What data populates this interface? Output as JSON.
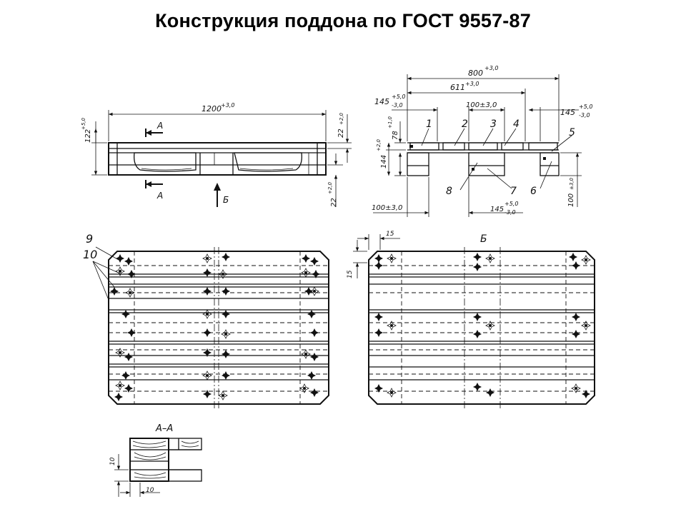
{
  "title": "Конструкция поддона по ГОСТ 9557-87",
  "side_view": {
    "length": "1200",
    "length_tol": "+3,0",
    "height": "122",
    "height_tol": "+5,0",
    "deck": "22",
    "deck_tol": "+2,0",
    "bottom": "22",
    "bottom_tol": "+2,0",
    "section_label": "А",
    "view_label": "Б"
  },
  "end_view": {
    "width": "800",
    "width_tol": "+3,0",
    "inner": "611",
    "inner_tol": "+3,0",
    "edge_left": "145",
    "edge_left_tol_up": "+5,0",
    "edge_left_tol_down": "-3,0",
    "board_gap": "100±3,0",
    "edge_right": "145",
    "edge_right_tol_up": "+5,0",
    "edge_right_tol_down": "-3,0",
    "block_height": "78",
    "block_height_tol": "+1,0",
    "total_height": "144",
    "total_height_tol": "+2,0",
    "bottom_left": "100±3,0",
    "bottom_mid": "145",
    "bottom_mid_tol_up": "+5,0",
    "bottom_mid_tol_down": "-3,0",
    "right_height": "100",
    "right_height_tol": "±3,0",
    "callouts": [
      "1",
      "2",
      "3",
      "4",
      "5",
      "6",
      "7",
      "8"
    ]
  },
  "top_view": {
    "callouts": [
      "9",
      "10"
    ]
  },
  "bottom_view": {
    "label": "Б",
    "offset_x": "15",
    "offset_y": "15"
  },
  "section_aa": {
    "label": "А–А",
    "dim_v": "10",
    "dim_h": "10"
  }
}
